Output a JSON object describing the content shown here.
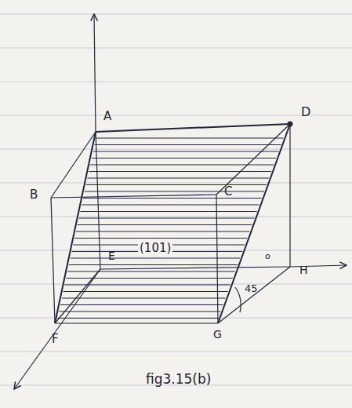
{
  "diagram": {
    "caption": "fig3.15(b)",
    "labels": [
      "A",
      "B",
      "C",
      "D",
      "E",
      "(101)",
      "o",
      "H",
      "F",
      "G",
      "45"
    ]
  }
}
